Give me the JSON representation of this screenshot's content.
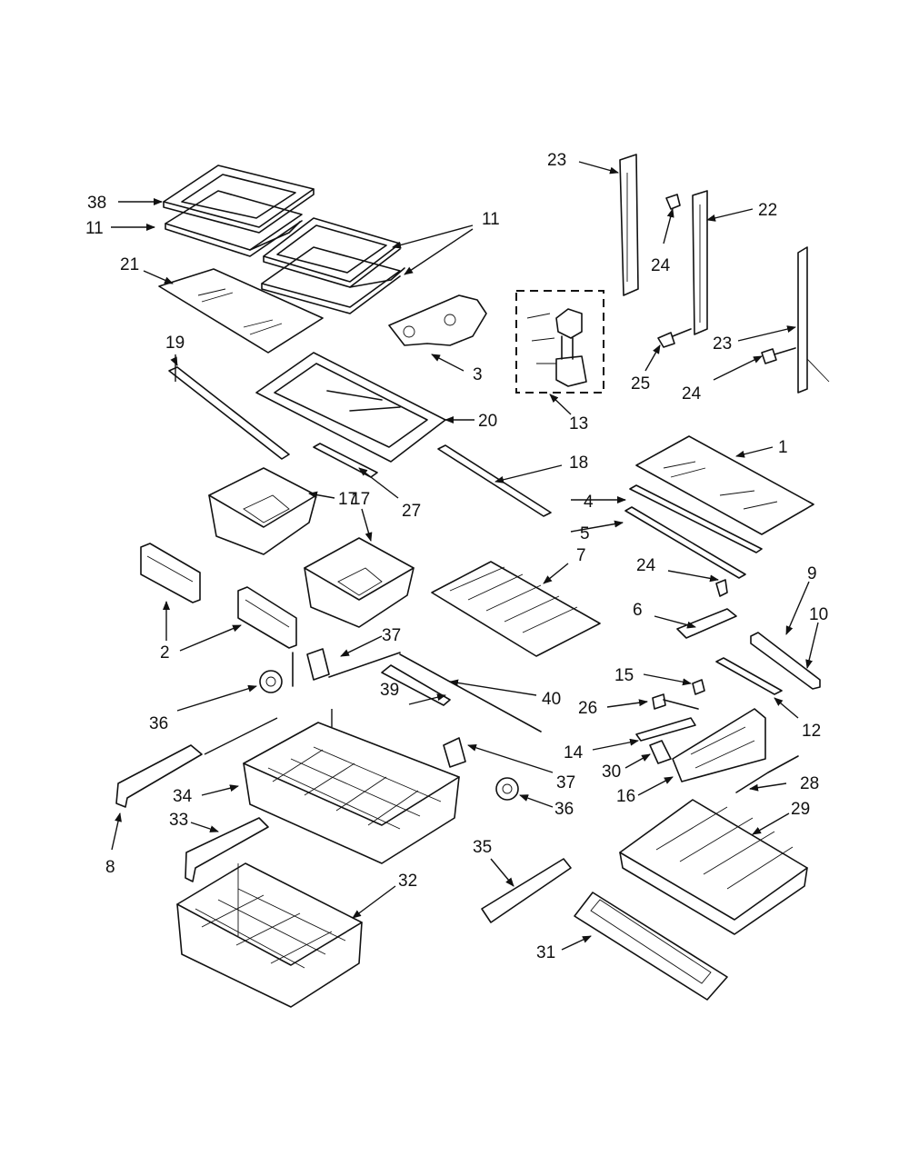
{
  "diagram": {
    "callouts": [
      {
        "id": "c23a",
        "label": "23"
      },
      {
        "id": "c38",
        "label": "38"
      },
      {
        "id": "c11a",
        "label": "11"
      },
      {
        "id": "c11b",
        "label": "11"
      },
      {
        "id": "c22",
        "label": "22"
      },
      {
        "id": "c24a",
        "label": "24"
      },
      {
        "id": "c21",
        "label": "21"
      },
      {
        "id": "c3",
        "label": "3"
      },
      {
        "id": "c23b",
        "label": "23"
      },
      {
        "id": "c25",
        "label": "25"
      },
      {
        "id": "c24b",
        "label": "24"
      },
      {
        "id": "c19",
        "label": "19"
      },
      {
        "id": "c13",
        "label": "13"
      },
      {
        "id": "c20",
        "label": "20"
      },
      {
        "id": "c1",
        "label": "1"
      },
      {
        "id": "c18",
        "label": "18"
      },
      {
        "id": "c27",
        "label": "27"
      },
      {
        "id": "c17a",
        "label": "17"
      },
      {
        "id": "c4",
        "label": "4"
      },
      {
        "id": "c17b",
        "label": "17"
      },
      {
        "id": "c5",
        "label": "5"
      },
      {
        "id": "c7",
        "label": "7"
      },
      {
        "id": "c24c",
        "label": "24"
      },
      {
        "id": "c9",
        "label": "9"
      },
      {
        "id": "c2",
        "label": "2"
      },
      {
        "id": "c6",
        "label": "6"
      },
      {
        "id": "c10",
        "label": "10"
      },
      {
        "id": "c37a",
        "label": "37"
      },
      {
        "id": "c40",
        "label": "40"
      },
      {
        "id": "c15",
        "label": "15"
      },
      {
        "id": "c36a",
        "label": "36"
      },
      {
        "id": "c39",
        "label": "39"
      },
      {
        "id": "c26",
        "label": "26"
      },
      {
        "id": "c12",
        "label": "12"
      },
      {
        "id": "c14",
        "label": "14"
      },
      {
        "id": "c37b",
        "label": "37"
      },
      {
        "id": "c30",
        "label": "30"
      },
      {
        "id": "c34",
        "label": "34"
      },
      {
        "id": "c28",
        "label": "28"
      },
      {
        "id": "c16",
        "label": "16"
      },
      {
        "id": "c36b",
        "label": "36"
      },
      {
        "id": "c33",
        "label": "33"
      },
      {
        "id": "c29",
        "label": "29"
      },
      {
        "id": "c8",
        "label": "8"
      },
      {
        "id": "c35",
        "label": "35"
      },
      {
        "id": "c32",
        "label": "32"
      },
      {
        "id": "c31",
        "label": "31"
      }
    ]
  }
}
